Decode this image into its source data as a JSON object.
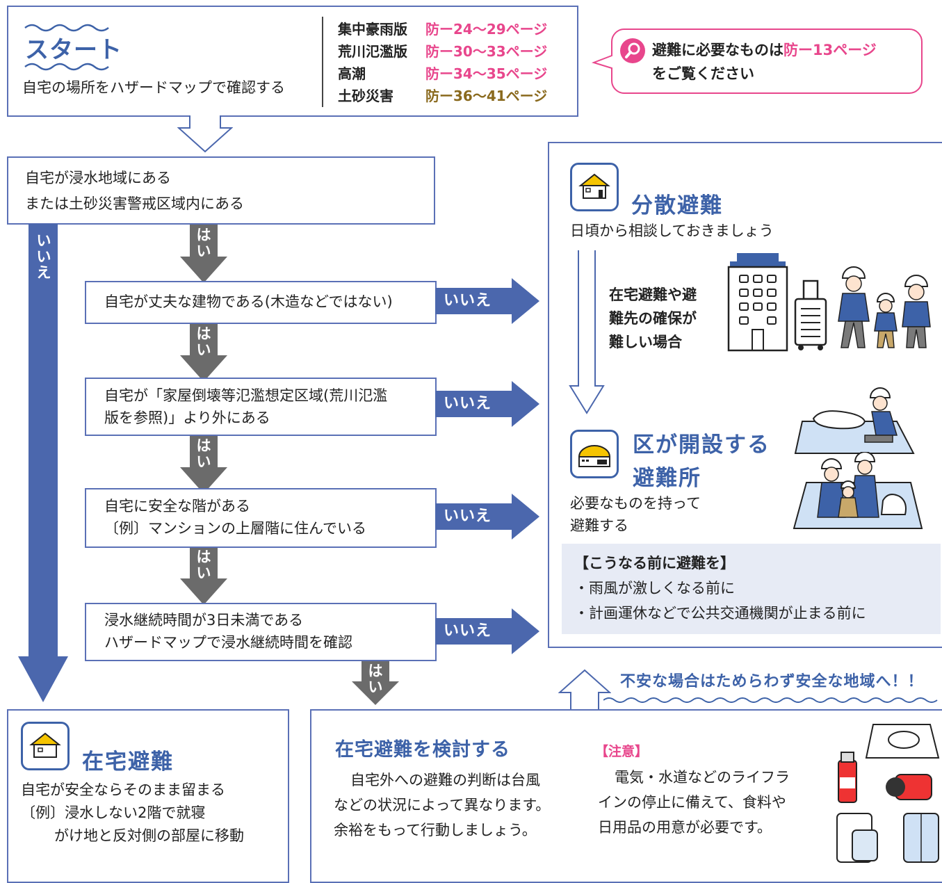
{
  "start": {
    "title": "スタート",
    "text": "自宅の場所をハザードマップで確認する",
    "refs": [
      {
        "name": "集中豪雨版",
        "page": "防ー24〜29ページ",
        "color": "#e8468c"
      },
      {
        "name": "荒川氾濫版",
        "page": "防ー30〜33ページ",
        "color": "#e8468c"
      },
      {
        "name": "高潮",
        "page": "防ー34〜35ページ",
        "color": "#e8468c"
      },
      {
        "name": "土砂災害",
        "page": "防ー36〜41ページ",
        "color": "#8a6a1e"
      }
    ]
  },
  "callout": {
    "line1_a": "避難に必要なものは",
    "line1_b": "防ー13ページ",
    "line2": "をご覧ください"
  },
  "q1": {
    "line1": "自宅が浸水地域にある",
    "line2": "または土砂災害警戒区域内にある"
  },
  "q2": {
    "line1": "自宅が丈夫な建物である(木造などではない)"
  },
  "q3": {
    "line1": "自宅が「家屋倒壊等氾濫想定区域(荒川氾濫",
    "line2": "版を参照)」より外にある"
  },
  "q4": {
    "line1": "自宅に安全な階がある",
    "line2": "〔例〕マンションの上層階に住んでいる"
  },
  "q5": {
    "line1": "浸水継続時間が3日未満である",
    "line2": "ハザードマップで浸水継続時間を確認"
  },
  "labels": {
    "yes": "はい",
    "no": "いいえ"
  },
  "dispersed": {
    "title": "分散避難",
    "subtitle": "日頃から相談しておきましょう",
    "difficult_l1": "在宅避難や避",
    "difficult_l2": "難先の確保が",
    "difficult_l3": "難しい場合"
  },
  "shelter": {
    "title_l1": "区が開設する",
    "title_l2": "避難所",
    "text_l1": "必要なものを持って",
    "text_l2": "避難する"
  },
  "before": {
    "title": "【こうなる前に避難を】",
    "item1": "・雨風が激しくなる前に",
    "item2": "・計画運休などで公共交通機関が止まる前に"
  },
  "banner": "不安な場合はためらわず安全な地域へ！！",
  "home": {
    "title": "在宅避難",
    "l1": "自宅が安全ならそのまま留まる",
    "l2": "〔例〕浸水しない2階で就寝",
    "l3": "がけ地と反対側の部屋に移動"
  },
  "consider": {
    "title": "在宅避難を検討する",
    "l1": "自宅外への避難の判断は台風",
    "l2": "などの状況によって異なります。",
    "l3": "余裕をもって行動しましょう。"
  },
  "caution": {
    "title": "【注意】",
    "l1": "電気・水道などのライフラ",
    "l2": "インの停止に備えて、食料や",
    "l3": "日用品の用意が必要です。"
  },
  "colors": {
    "accent": "#3d62a8",
    "arrow_blue": "#4b67ad",
    "arrow_gray": "#6b6b6b",
    "pink": "#e8468c",
    "border": "#5a70b6"
  }
}
